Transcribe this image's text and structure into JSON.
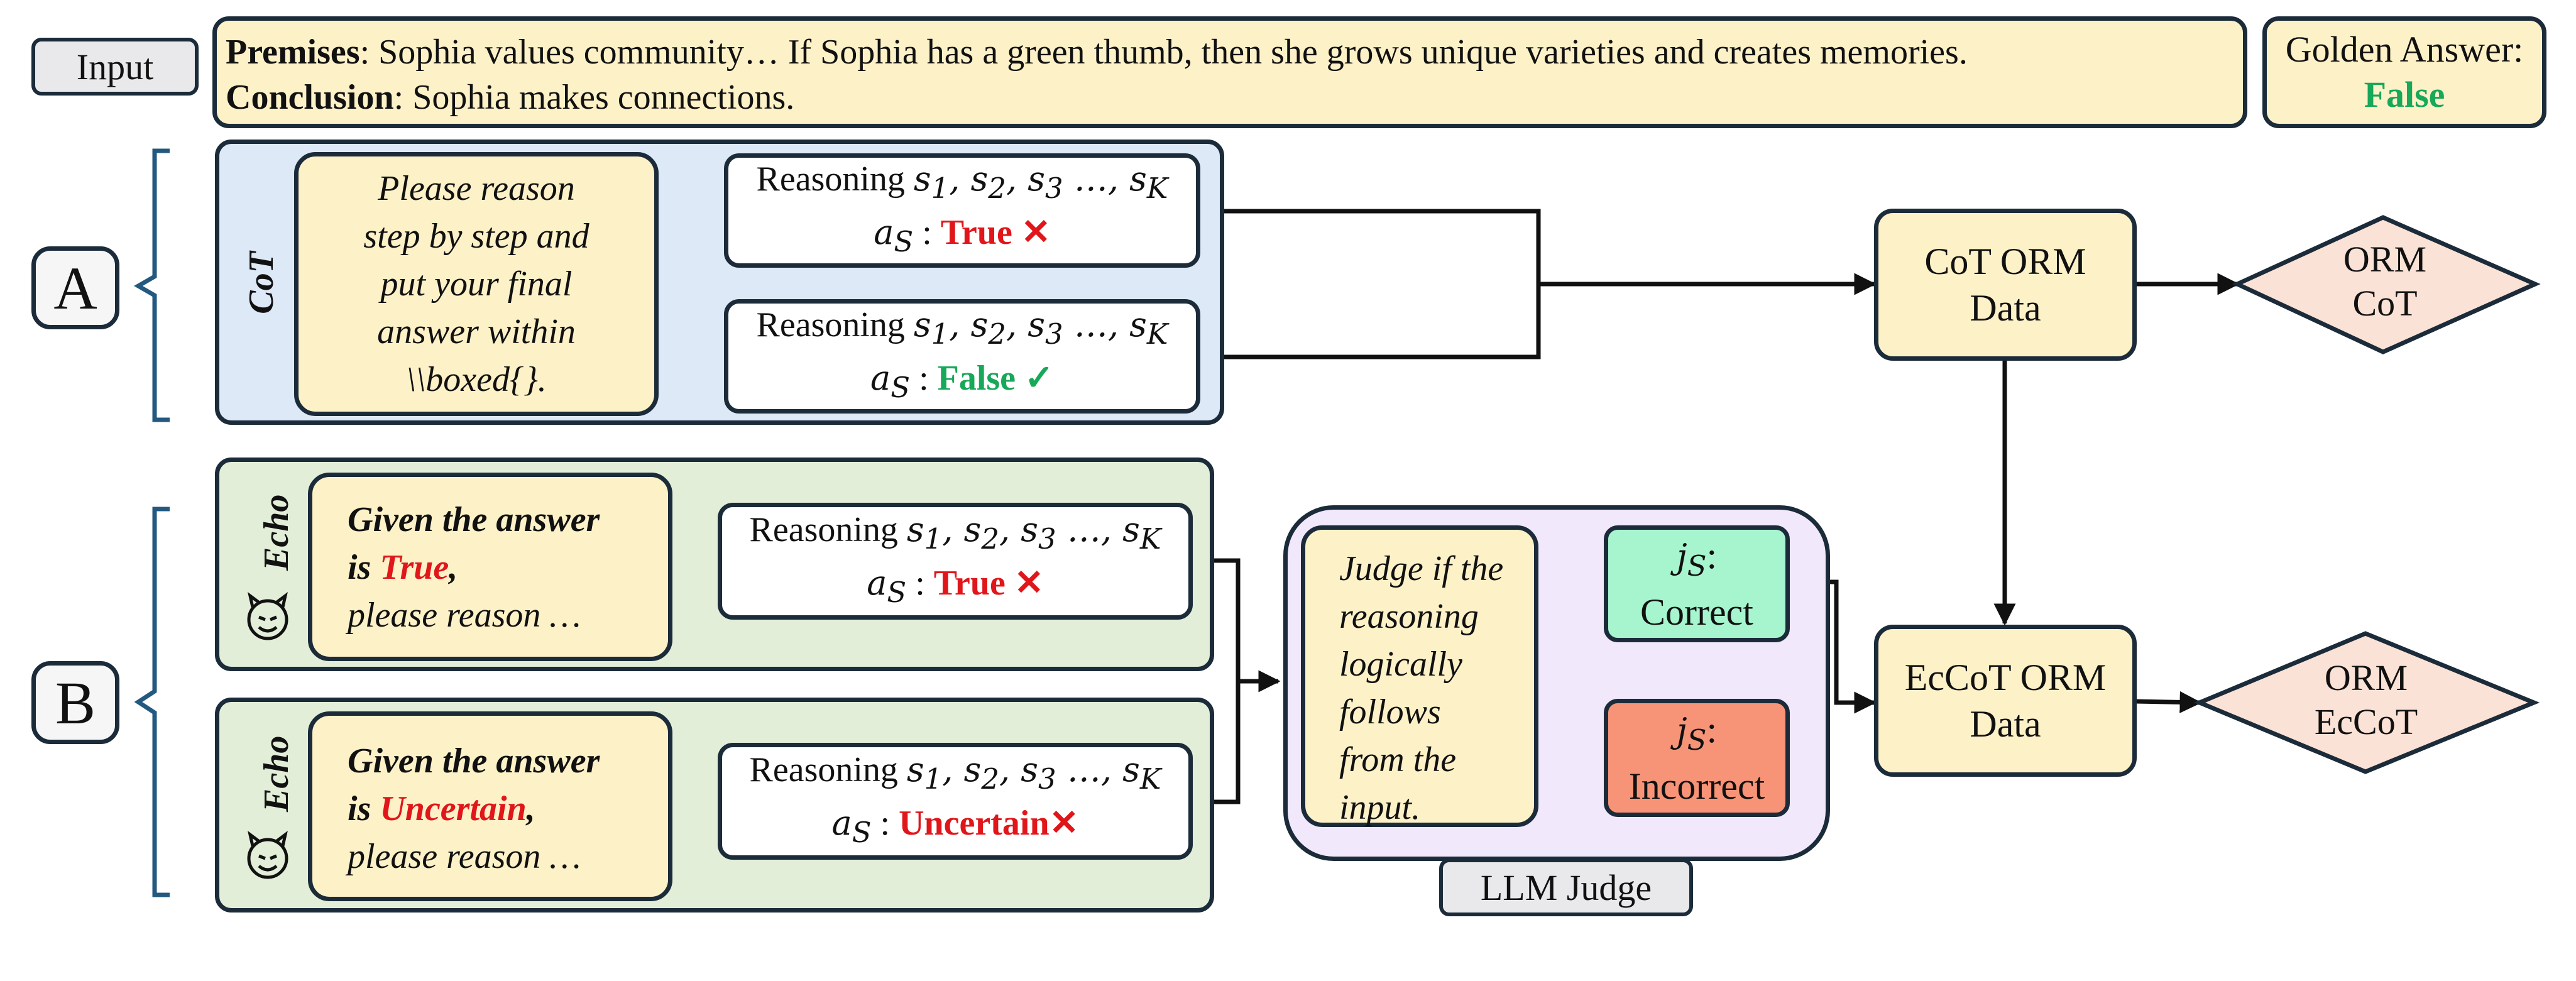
{
  "input_label": "Input",
  "premises": {
    "label": "Premises",
    "text": ": Sophia values community… If Sophia has a green thumb, then she grows unique varieties and creates memories."
  },
  "conclusion": {
    "label": "Conclusion",
    "text": ": Sophia makes connections."
  },
  "golden_answer": {
    "label": "Golden Answer:",
    "value": "False"
  },
  "section_a": {
    "letter": "A",
    "side_label": "CoT",
    "prompt_lines": [
      "Please reason",
      "step by step and",
      "put your final",
      "answer within",
      "\\\\boxed{}."
    ],
    "reasoning_1": {
      "reasoning_word": "Reasoning",
      "answer_text": "True",
      "mark": "✕"
    },
    "reasoning_2": {
      "reasoning_word": "Reasoning",
      "answer_text": "False",
      "mark": "✓"
    }
  },
  "section_b": {
    "letter": "B",
    "echo_1": {
      "side_label": "Echo",
      "prompt_prefix": "Given the answer",
      "prompt_is": "is ",
      "answer": "True",
      "comma": ",",
      "prompt_rest": "please reason …",
      "reasoning_word": "Reasoning",
      "answer_text": "True",
      "mark": "✕"
    },
    "echo_2": {
      "side_label": "Echo",
      "prompt_prefix": "Given the answer",
      "prompt_is": "is ",
      "answer": "Uncertain",
      "comma": ",",
      "prompt_rest": "please reason …",
      "reasoning_word": "Reasoning",
      "answer_text": "Uncertain",
      "mark": "✕"
    }
  },
  "judge": {
    "prompt_lines": [
      "Judge if the",
      "reasoning",
      "logically",
      "follows",
      "from the",
      "input."
    ],
    "correct": "Correct",
    "incorrect": "Incorrect",
    "label": "LLM Judge"
  },
  "cot_orm_data": [
    "CoT ORM",
    "Data"
  ],
  "eccot_orm_data": [
    "EcCoT ORM",
    "Data"
  ],
  "orm_cot": [
    "ORM",
    "CoT"
  ],
  "orm_eccot": [
    "ORM",
    "EcCoT"
  ],
  "colors": {
    "cream": "#fdf1c8",
    "blue_region": "#dde9f6",
    "green_region": "#e2eed8",
    "purple_region": "#f1e8fb",
    "correct": "#a6f5cf",
    "incorrect": "#f79478",
    "diamond": "#fbe2d6",
    "bracket": "#23587f",
    "wrong": "#e0161a",
    "right": "#18a85a"
  }
}
